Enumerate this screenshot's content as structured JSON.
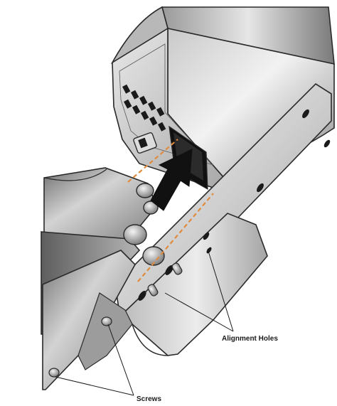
{
  "callouts": {
    "alignment_holes": "Alignment Holes",
    "screws": "Screws"
  },
  "colors": {
    "guide_dash": "#e08a3c",
    "arrow": "#111111",
    "metal_light": "#d9d9d9",
    "metal_dark": "#6e6e6e",
    "outline": "#2a2a2a"
  },
  "icons": {
    "insert_arrow": "black-arrow-up-right",
    "dashed_guides": "orange-dashed-lines"
  }
}
